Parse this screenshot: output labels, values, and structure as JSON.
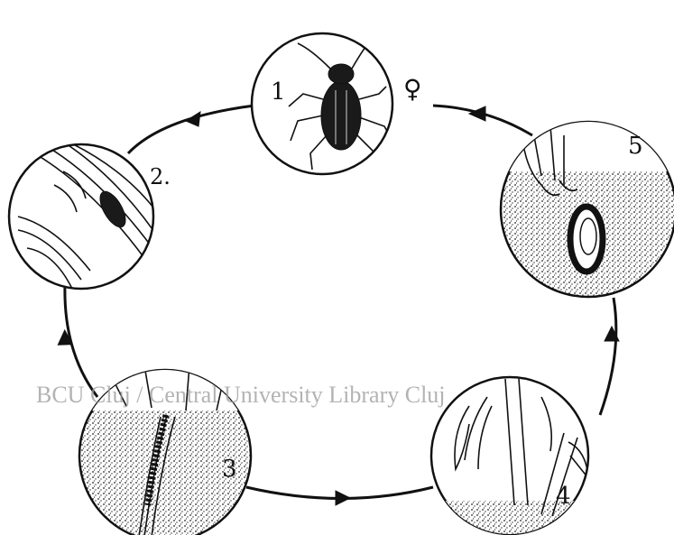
{
  "diagram": {
    "stages": [
      {
        "label": "1",
        "symbol": "♀"
      },
      {
        "label": "2."
      },
      {
        "label": "3"
      },
      {
        "label": "4"
      },
      {
        "label": "5"
      }
    ]
  },
  "watermark": "BCU Cluj / Central University Library Cluj"
}
